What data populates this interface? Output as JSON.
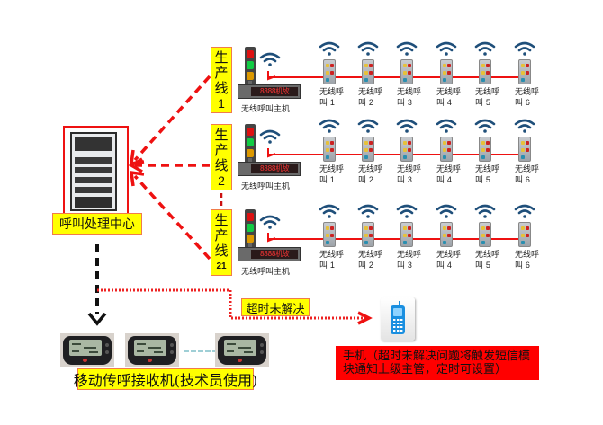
{
  "diagram": {
    "center": {
      "label": "呼叫处理中心",
      "icon": "server-rack-icon"
    },
    "production_lines": [
      {
        "label_chars": [
          "生",
          "产",
          "线"
        ],
        "number": "1",
        "host": {
          "display": "8888机故",
          "caption": "无线呼叫主机"
        },
        "call_points": [
          {
            "line1": "无线呼",
            "line2": "叫",
            "num": "1"
          },
          {
            "line1": "无线呼",
            "line2": "叫",
            "num": "2"
          },
          {
            "line1": "无线呼",
            "line2": "叫",
            "num": "3"
          },
          {
            "line1": "无线呼",
            "line2": "叫",
            "num": "4"
          },
          {
            "line1": "无线呼",
            "line2": "叫",
            "num": "5"
          },
          {
            "line1": "无线呼",
            "line2": "叫",
            "num": "6"
          }
        ]
      },
      {
        "label_chars": [
          "生",
          "产",
          "线"
        ],
        "number": "2",
        "host": {
          "display": "8888机故",
          "caption": "无线呼叫主机"
        },
        "call_points": [
          {
            "line1": "无线呼",
            "line2": "叫",
            "num": "1"
          },
          {
            "line1": "无线呼",
            "line2": "叫",
            "num": "2"
          },
          {
            "line1": "无线呼",
            "line2": "叫",
            "num": "3"
          },
          {
            "line1": "无线呼",
            "line2": "叫",
            "num": "4"
          },
          {
            "line1": "无线呼",
            "line2": "叫",
            "num": "5"
          },
          {
            "line1": "无线呼",
            "line2": "叫",
            "num": "6"
          }
        ]
      },
      {
        "label_chars": [
          "生",
          "产",
          "线"
        ],
        "number": "21",
        "host": {
          "display": "8888机故",
          "caption": "无线呼叫主机"
        },
        "call_points": [
          {
            "line1": "无线呼",
            "line2": "叫",
            "num": "1"
          },
          {
            "line1": "无线呼",
            "line2": "叫",
            "num": "2"
          },
          {
            "line1": "无线呼",
            "line2": "叫",
            "num": "3"
          },
          {
            "line1": "无线呼",
            "line2": "叫",
            "num": "4"
          },
          {
            "line1": "无线呼",
            "line2": "叫",
            "num": "5"
          },
          {
            "line1": "无线呼",
            "line2": "叫",
            "num": "6"
          }
        ]
      }
    ],
    "pagers": {
      "label": "移动传呼接收机(技术员使用)",
      "count_shown": 3
    },
    "timeout": {
      "label": "超时未解决"
    },
    "phone": {
      "icon": "mobile-phone-icon",
      "description_line1": "手机（超时未解决问题将触发短信模",
      "description_line2": "块通知上级主管，定时可设置）"
    },
    "colors": {
      "accent_red": "#ee1111",
      "label_yellow": "#ffff00",
      "label_border": "#f07c4a",
      "wifi_blue": "#1f4f7a",
      "sms_bg": "#ff0000",
      "pager_link": "#9fcfd6"
    }
  }
}
